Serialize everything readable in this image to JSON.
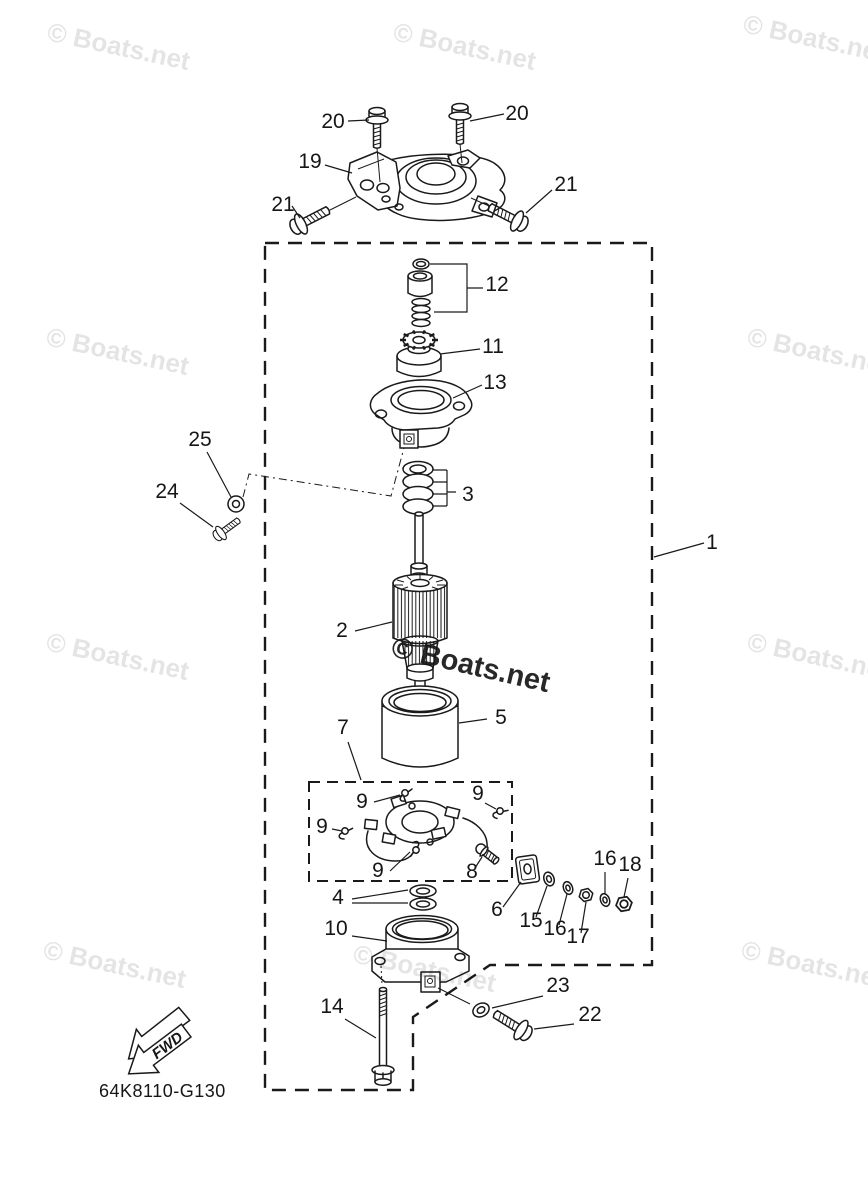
{
  "watermark": {
    "text": "© Boats.net"
  },
  "footer": {
    "code": "64K8110-G130",
    "fwd_label": "FWD"
  },
  "colors": {
    "line": "#1a1a1a",
    "background": "#ffffff",
    "watermark_light": "#e3e3e3",
    "watermark_dark": "#1f1f1f"
  },
  "callouts": [
    {
      "id": "20-left",
      "label": "20"
    },
    {
      "id": "20-right",
      "label": "20"
    },
    {
      "id": "19",
      "label": "19"
    },
    {
      "id": "21-left",
      "label": "21"
    },
    {
      "id": "21-right",
      "label": "21"
    },
    {
      "id": "12",
      "label": "12"
    },
    {
      "id": "11",
      "label": "11"
    },
    {
      "id": "13",
      "label": "13"
    },
    {
      "id": "3",
      "label": "3"
    },
    {
      "id": "25",
      "label": "25"
    },
    {
      "id": "24",
      "label": "24"
    },
    {
      "id": "1",
      "label": "1"
    },
    {
      "id": "2",
      "label": "2"
    },
    {
      "id": "5",
      "label": "5"
    },
    {
      "id": "7",
      "label": "7"
    },
    {
      "id": "9-top",
      "label": "9"
    },
    {
      "id": "9-right",
      "label": "9"
    },
    {
      "id": "9-left",
      "label": "9"
    },
    {
      "id": "9-bottom",
      "label": "9"
    },
    {
      "id": "8",
      "label": "8"
    },
    {
      "id": "6",
      "label": "6"
    },
    {
      "id": "15",
      "label": "15"
    },
    {
      "id": "16-lower",
      "label": "16"
    },
    {
      "id": "17",
      "label": "17"
    },
    {
      "id": "16-upper",
      "label": "16"
    },
    {
      "id": "18",
      "label": "18"
    },
    {
      "id": "4",
      "label": "4"
    },
    {
      "id": "10",
      "label": "10"
    },
    {
      "id": "14",
      "label": "14"
    },
    {
      "id": "23",
      "label": "23"
    },
    {
      "id": "22",
      "label": "22"
    }
  ]
}
